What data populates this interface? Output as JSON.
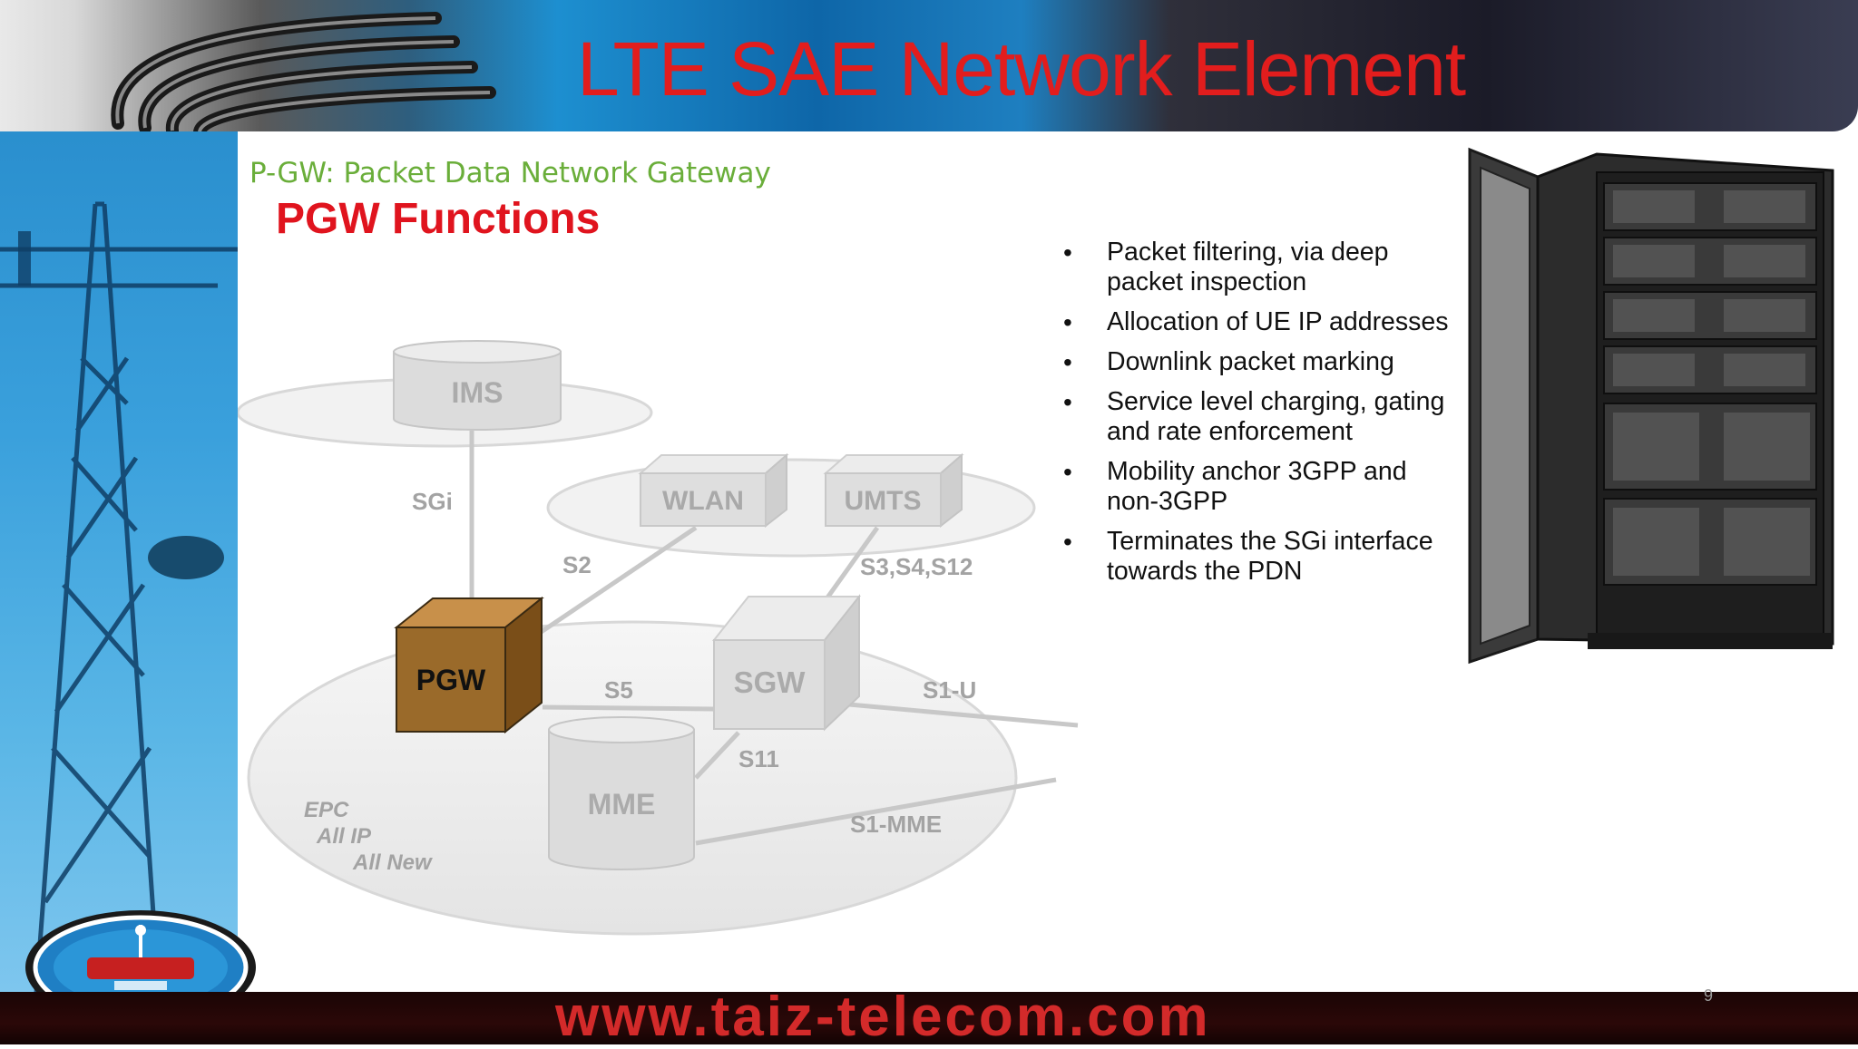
{
  "header": {
    "title": "LTE SAE Network Element"
  },
  "content": {
    "subtitle": "P-GW: Packet Data Network Gateway",
    "section_title": "PGW Functions",
    "bullets": [
      "Packet filtering, via deep packet inspection",
      "Allocation of UE IP addresses",
      "Downlink packet marking",
      "Service level charging, gating and rate enforcement",
      "Mobility anchor 3GPP and non-3GPP",
      "Terminates the SGi interface towards the PDN"
    ]
  },
  "diagram": {
    "nodes": {
      "ims": "IMS",
      "wlan": "WLAN",
      "umts": "UMTS",
      "pgw": "PGW",
      "sgw": "SGW",
      "mme": "MME"
    },
    "interfaces": {
      "sgi": "SGi",
      "s2": "S2",
      "s3": "S3,S4,S12",
      "s5": "S5",
      "s1u": "S1-U",
      "s11": "S11",
      "s1mme": "S1-MME"
    },
    "epc_label": [
      "EPC",
      "All IP",
      "All New"
    ]
  },
  "footer": {
    "url": "www.taiz-telecom.com",
    "page_number": "9"
  },
  "colors": {
    "title_red": "#e21d1d",
    "subtitle_green": "#6aae3a",
    "pgw_brown": "#9a6a2a"
  }
}
